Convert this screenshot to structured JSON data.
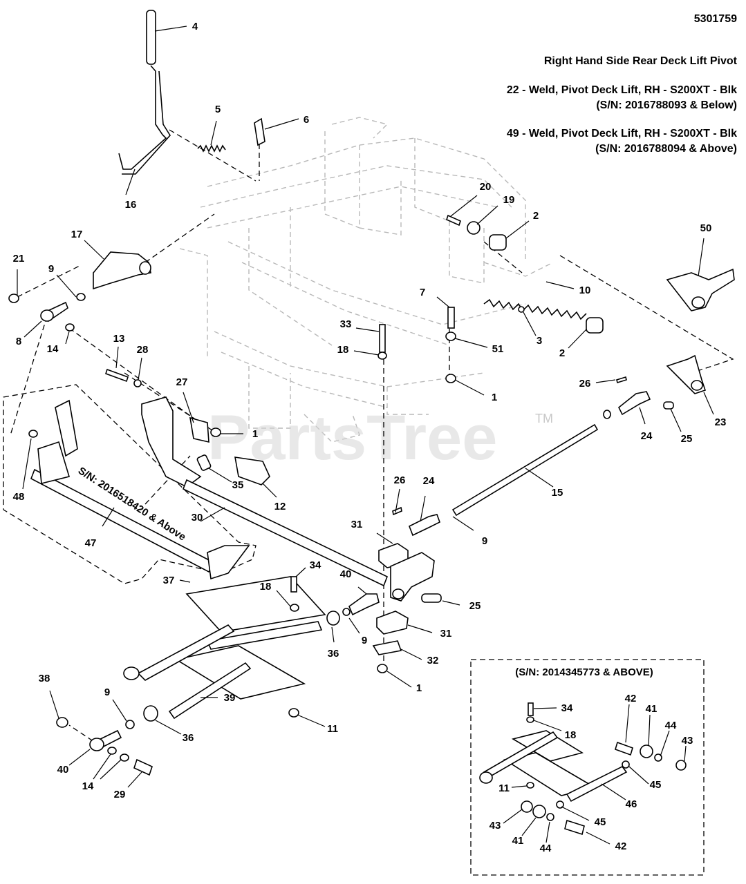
{
  "doc_number": "5301759",
  "notes": {
    "title": "Right Hand Side Rear Deck Lift Pivot",
    "item22_line1": "22 - Weld, Pivot Deck Lift, RH - S200XT - Blk",
    "item22_line2": "(S/N: 2016788093 & Below)",
    "item49_line1": "49 - Weld, Pivot Deck Lift, RH - S200XT - Blk",
    "item49_line2": "(S/N: 2016788094 & Above)"
  },
  "serial_labels": {
    "main_group": "S/N: 2016518420 & Above",
    "inset": "(S/N: 2014345773 & ABOVE)"
  },
  "watermark": {
    "text": "PartsTree",
    "tm": "TM"
  },
  "callouts": [
    "4",
    "5",
    "6",
    "16",
    "17",
    "21",
    "9",
    "8",
    "14",
    "13",
    "28",
    "27",
    "1",
    "20",
    "19",
    "2",
    "50",
    "7",
    "10",
    "33",
    "18",
    "51",
    "3",
    "2",
    "1",
    "26",
    "23",
    "24",
    "25",
    "48",
    "47",
    "30",
    "35",
    "12",
    "15",
    "31",
    "26",
    "24",
    "9",
    "37",
    "34",
    "18",
    "40",
    "25",
    "36",
    "9",
    "31",
    "32",
    "1",
    "38",
    "9",
    "36",
    "39",
    "11",
    "40",
    "14",
    "29",
    "34",
    "42",
    "41",
    "44",
    "43",
    "18",
    "45",
    "11",
    "46",
    "43",
    "45",
    "41",
    "44",
    "42"
  ]
}
